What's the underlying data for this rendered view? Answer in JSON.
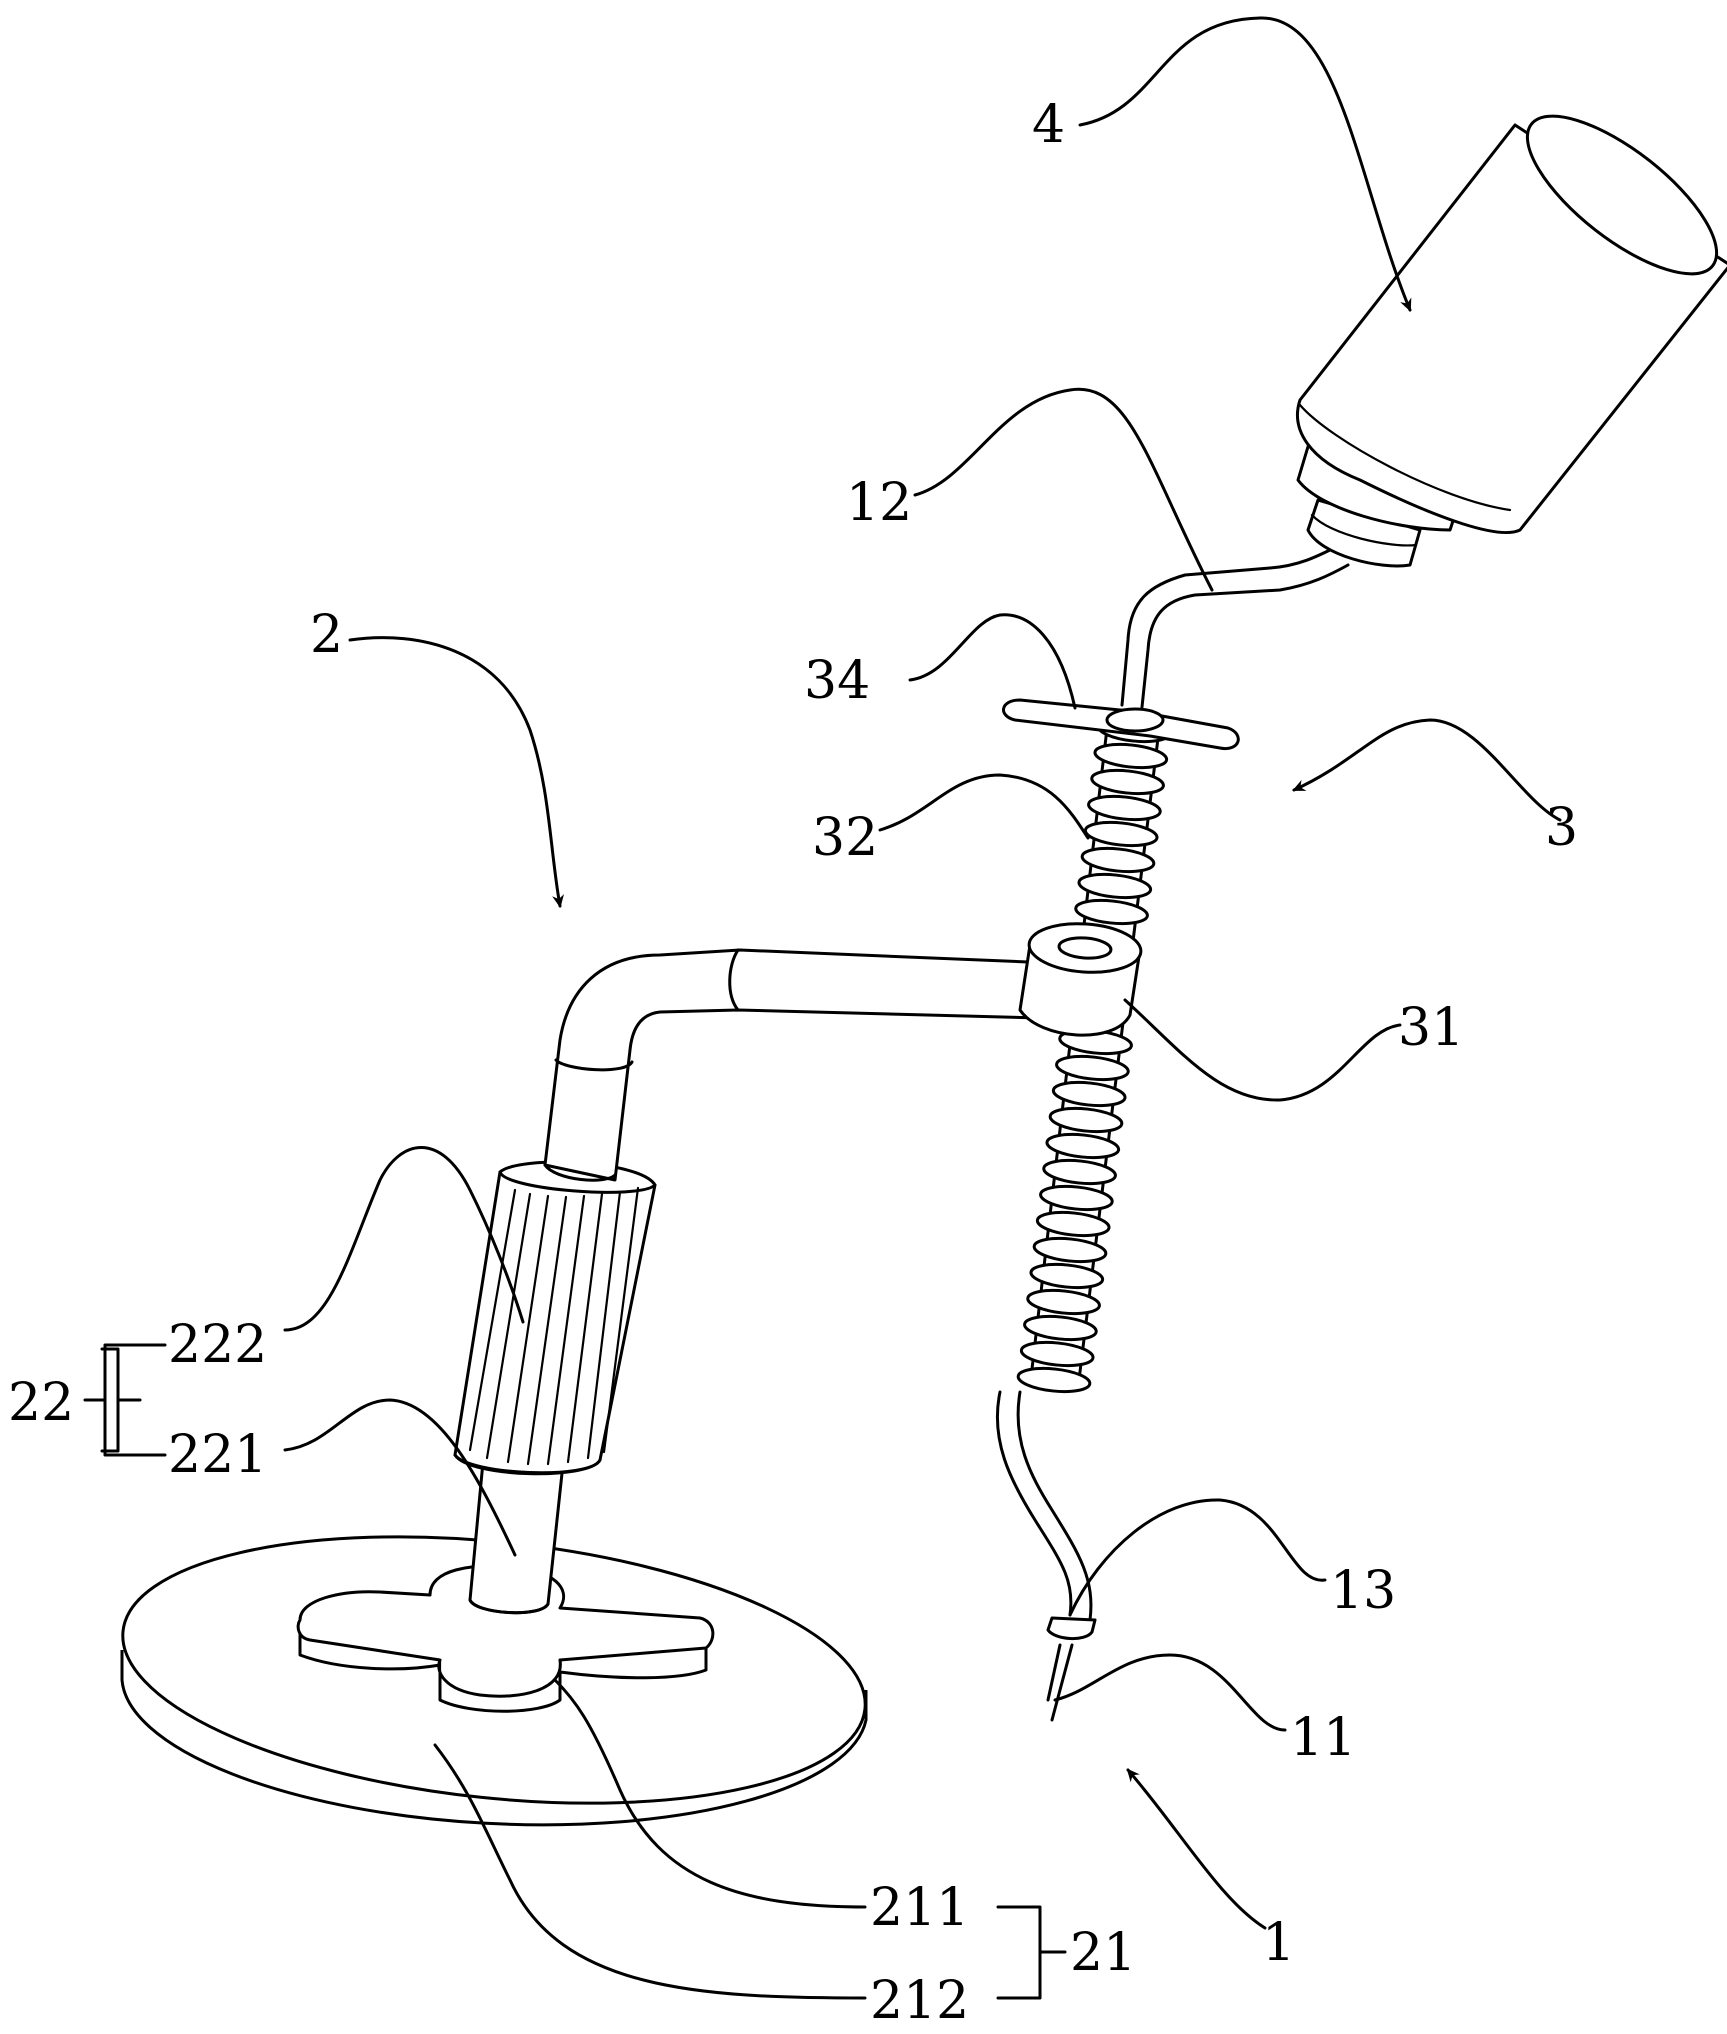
{
  "labels": {
    "n4": "4",
    "n12": "12",
    "n34": "34",
    "n2": "2",
    "n3": "3",
    "n32": "32",
    "n31": "31",
    "n222": "222",
    "n22": "22",
    "n221": "221",
    "n13": "13",
    "n11": "11",
    "n1": "1",
    "n211": "211",
    "n21": "21",
    "n212": "212"
  }
}
